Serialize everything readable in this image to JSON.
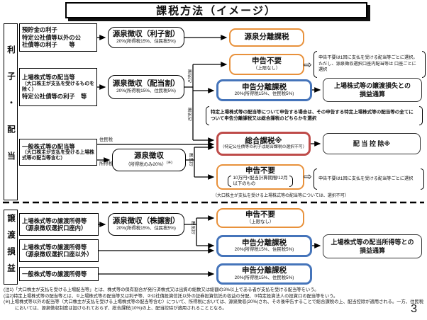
{
  "title": "課税方法（イメージ）",
  "page_number": "3",
  "colors": {
    "orange": "#E8913B",
    "blue": "#4574BA",
    "red": "#BE4B49",
    "line": "#000000"
  },
  "icons": {
    "open_arrow": "⇨"
  },
  "sidebars": {
    "interest_dividend": "利子・配当",
    "transfer": "譲渡損益"
  },
  "labels": {
    "resident_tax": "住民税",
    "income_tax": "所得税",
    "selectable": "選択可"
  },
  "sources": {
    "deposit": "預貯金の利子\n特定公社債等以外の公\n社債等の利子　　等",
    "listed_dividend_1": "上場株式等の配当等",
    "listed_dividend_2": "（大口株主が支払を受けるものを除く）",
    "listed_dividend_3": "特定公社債等の利子　等",
    "general_dividend_1": "一般株式等の配当等",
    "general_dividend_2": "（大口株主が支払を受ける上場株式等の配当等含む）",
    "listed_transfer_in_1": "上場株式等の譲渡所得等",
    "listed_transfer_in_2": "（源泉徴収選択口座内）",
    "listed_transfer_out_1": "上場株式等の譲渡所得等",
    "listed_transfer_out_2": "（源泉徴収選択口座以外）",
    "general_transfer": "一般株式等の譲渡所得等"
  },
  "withholding": {
    "interest": {
      "title": "源泉徴収（利子割）",
      "sub": "20%(所得税15%、住民税5%)"
    },
    "dividend": {
      "title": "源泉徴収（配当割）",
      "sub": "20%(所得税15%、住民税5%)"
    },
    "income_only": {
      "title": "源泉徴収",
      "sub": "（所得税のみ20%）",
      "sup": "(※)"
    },
    "stock": {
      "title": "源泉徴収（株譲割）",
      "sub": "20%(所得税15%、住民税5%)"
    }
  },
  "results": {
    "gensen_bunri": "源泉分離課税",
    "fuyou1_title": "申告不要",
    "fuyou1_sub": "（上限なし）",
    "bunri_title": "申告分離課税",
    "bunri_sub": "20%(所得税15%、住民税5%)",
    "sougou_title": "総合課税※",
    "sougou_sub": "（特定公社債等の利子は総合課税の選択不可）",
    "fuyou2_title": "申告不要",
    "fuyou2_sub": "10万円×配当計算期間/12月\n以下のもの",
    "fuyou3_title": "申告不要",
    "fuyou3_sub": "（上限なし）"
  },
  "side_boxes": {
    "transfer_loss": "上場株式等の譲渡損失との\n損益通算",
    "dividend_credit": "配 当 控 除※",
    "dividend_income": "上場株式等の配当所得等との\n損益通算"
  },
  "notes": {
    "optout_listed": "申告不要は1回に支払を受ける配当等ごとに選択。ただし、源泉徴収選択口座内配当等は 口座ごとに選択",
    "tokutei_choice": "特定上場株式等の配当等について申告する場合は、その申告する特定上場株式等の配当等の全てについて申告分離課税又は総合課税のどちらかを選択",
    "optout_general": "申告不要は1回に支払を受ける配当等ごとに選択",
    "oguchi_na": "（大口株主が支払を受ける上場株式等の配当等については、選択不可）"
  },
  "footnotes": {
    "n1": "(注1)「大口株主が支払を受ける上場配当等」とは、株式等の保有割合が発行済株式又は出資の総数又は総額の3%以上である者が支払を受ける配当等をいう。",
    "n2": "(注2)特定上場株式等の配当等とは、①上場株式等の配当等又は利子等、②公社債投資信託以外の証券投資信託の収益の分配、③特定投資法人の投資口の配当等をいう。",
    "n3": "(※)上場株式等以外の配当等（大口株主が支払を受ける上場株式等の配当等含む）について、所得税においては、源泉徴収(20%)され、その後申告することで総合課税の上、配当控除が適用される。一方、住民税においては、源泉徴収制度は設けられておらず、総合課税(10%)の上、配当控除が適用されることとなる。"
  }
}
